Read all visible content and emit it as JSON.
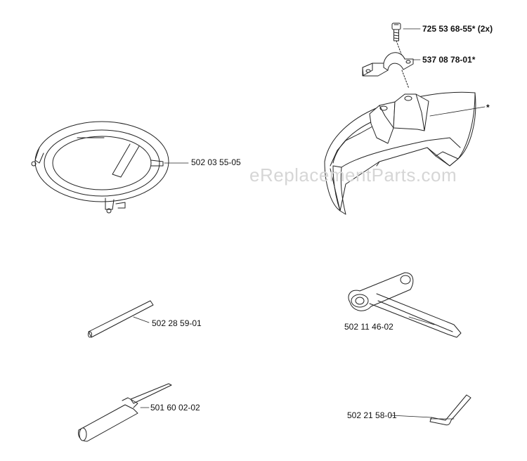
{
  "watermark": "eReplacementParts.com",
  "parts": {
    "screw": "725 53 68-55* (2x)",
    "clamp": "537 08 78-01*",
    "guard": "*",
    "bracket": "502 03 55-05",
    "rod": "502 28 59-01",
    "wrench": "502 11 46-02",
    "file": "501 60 02-02",
    "hex_key": "502 21 58-01"
  },
  "colors": {
    "line": "#222222",
    "text": "#111111",
    "watermark": "#d6d6d6"
  }
}
